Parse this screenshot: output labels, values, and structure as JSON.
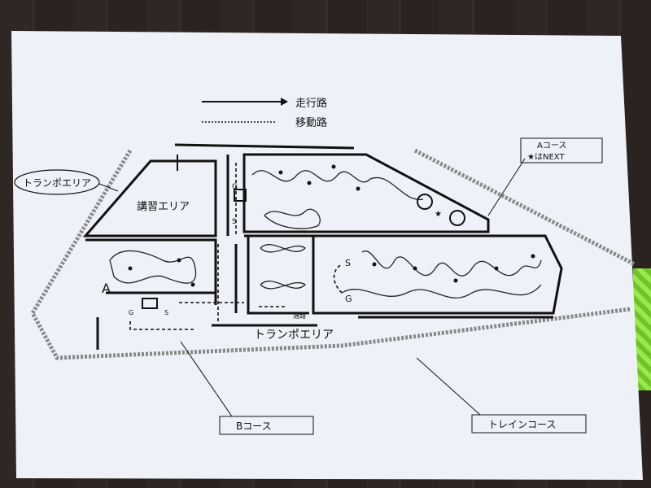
{
  "legend": {
    "solid_label": "走行路",
    "dotted_label": "移動路"
  },
  "areas": {
    "trampo_top": "トランポエリア",
    "training": "講習エリア",
    "trampo_bottom": "トランポエリア",
    "passage": "通路"
  },
  "callouts": {
    "a_course_line1": "Aコース",
    "a_course_line2": "★はNEXT",
    "b_course": "Bコース",
    "train_course": "トレインコース"
  },
  "markers": {
    "start": "S",
    "goal": "G",
    "a_mark": "A"
  },
  "colors": {
    "paper": "#eef1f7",
    "ink": "#111111",
    "accent_strap": "#8fdc3f"
  }
}
